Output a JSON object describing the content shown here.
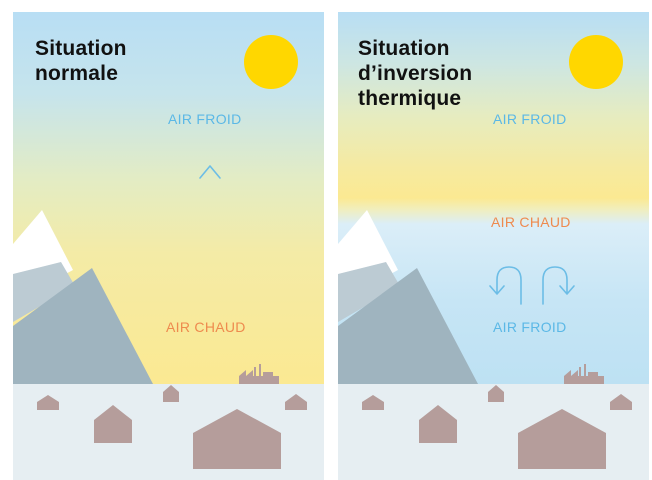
{
  "colors": {
    "cold_label": "#5bb8e6",
    "warm_label": "#ee8a4e",
    "sky_cold": "#b8def4",
    "sky_warm": "#f8ea9e",
    "sun": "#ffd700",
    "mountain": "#9fb4bf",
    "snow": "#ffffff",
    "ground": "#e6eef2",
    "building": "#b59d9b"
  },
  "panels": [
    {
      "title": "Situation\nnormale",
      "labels": {
        "top": "AIR FROID",
        "bottom": "AIR CHAUD"
      },
      "icon": "arrow-up-icon"
    },
    {
      "title": "Situation\nd’inversion\nthermique",
      "labels": {
        "top": "AIR FROID",
        "middle": "AIR CHAUD",
        "bottom": "AIR FROID"
      },
      "icons": [
        "u-turn-left-arrow-icon",
        "u-turn-right-arrow-icon"
      ]
    }
  ]
}
